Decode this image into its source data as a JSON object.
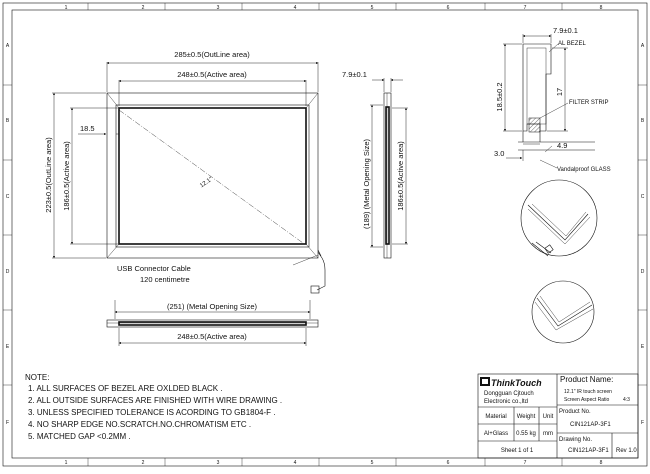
{
  "frame": {
    "col_labels": [
      "1",
      "2",
      "3",
      "4",
      "5",
      "6",
      "7",
      "8"
    ],
    "row_labels": [
      "A",
      "B",
      "C",
      "D",
      "E",
      "F"
    ]
  },
  "front_view": {
    "outline_width": "285±0.5(OutLine area)",
    "active_width": "248±0.5(Active area)",
    "outline_height": "223±0.5(OutLine area)",
    "active_height": "186±0.5(Active area)",
    "offset": "18.5",
    "diagonal": "12.1\"",
    "cable_label": "USB Connector Cable",
    "cable_length": "120 centimetre"
  },
  "side_view": {
    "thickness": "7.9±0.1",
    "metal_opening_height": "(189) (Metal Opening Size)",
    "active_height": "186±0.5(Active area)"
  },
  "bottom_view": {
    "metal_opening_width": "(251) (Metal Opening Size)",
    "active_width": "248±0.5(Active area)"
  },
  "section_detail": {
    "top_dim": "7.9±0.1",
    "bezel_label": "AL BEZEL",
    "height_dim": "18.5±0.2",
    "inner_dim": "17",
    "filter_label": "FILTER STRIP",
    "offset_dim": "3.0",
    "glass_dim": "4.9",
    "glass_label": "Vandalproof GLASS"
  },
  "notes": {
    "title": "NOTE:",
    "items": [
      "1. ALL SURFACES OF BEZEL ARE OXLDED BLACK .",
      "2. ALL OUTSIDE SURFACES ARE FINISHED WITH WIRE DRAWING .",
      "3. UNLESS SPECIFIED TOLERANCE IS ACORDING TO GB1804-F .",
      "4. NO SHARP EDGE NO.SCRATCH.NO.CHROMATISM ETC .",
      "5. MATCHED GAP <0.2MM ."
    ]
  },
  "title_block": {
    "company_name": "ThinkTouch",
    "company_line1": "Dongguan Cjtouch",
    "company_line2": "Electronic co.,ltd",
    "product_name_label": "Product Name:",
    "product_desc": "12.1\" IR touch screen",
    "aspect_label": "Screen Aspect Ratio",
    "aspect_value": "4:3",
    "col_material": "Material",
    "col_weight": "Weight",
    "col_unit": "Unit",
    "material_value": "Al+Glass",
    "weight_value": "0.55 kg",
    "unit_value": "mm",
    "product_no_label": "Product No.",
    "product_no": "CIN121AP-3F1",
    "sheet": "Sheet 1 of 1",
    "drawing_no_label": "Drawing No.",
    "drawing_no": "CIN121AP-3F1",
    "rev": "Rev 1.0"
  }
}
